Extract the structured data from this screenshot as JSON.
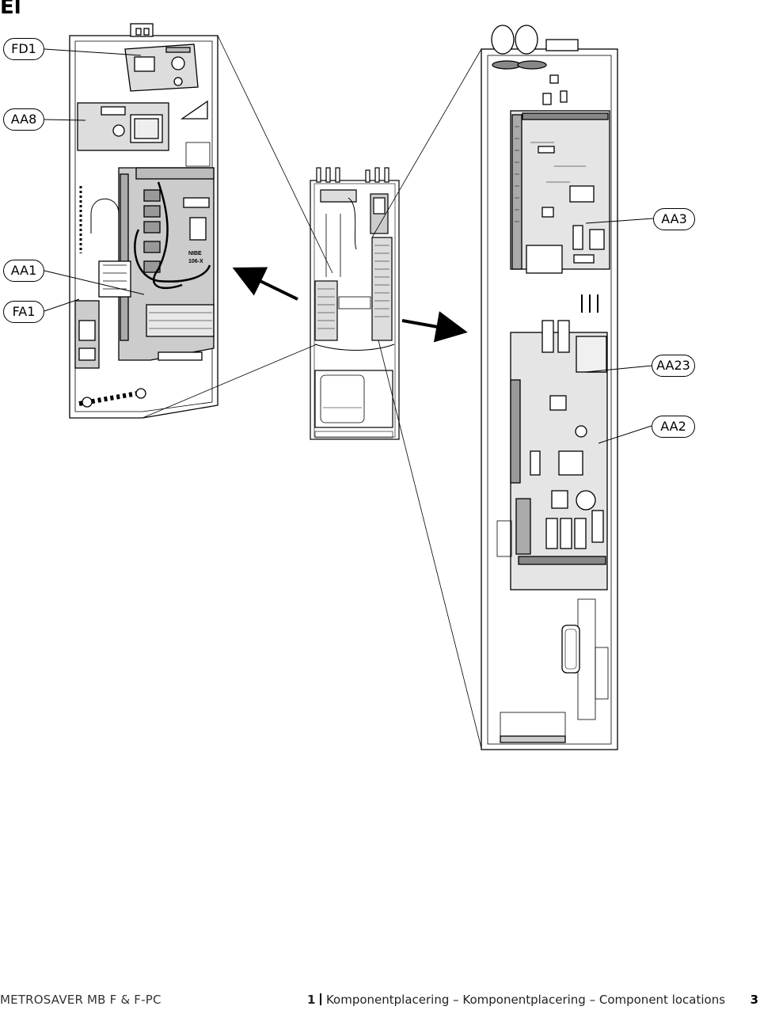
{
  "heading": "El",
  "callouts": {
    "fd1": "FD1",
    "aa8": "AA8",
    "aa1": "AA1",
    "fa1": "FA1",
    "aa3": "AA3",
    "aa23": "AA23",
    "aa2": "AA2"
  },
  "board_marking": {
    "line1": "NIBE",
    "line2": "106-X"
  },
  "footer": {
    "model": "METROSAVER MB F & F-PC",
    "chapter_number": "1",
    "chapter_title": "Komponentplacering – Komponentplacering – Component locations",
    "page_number": "3"
  }
}
